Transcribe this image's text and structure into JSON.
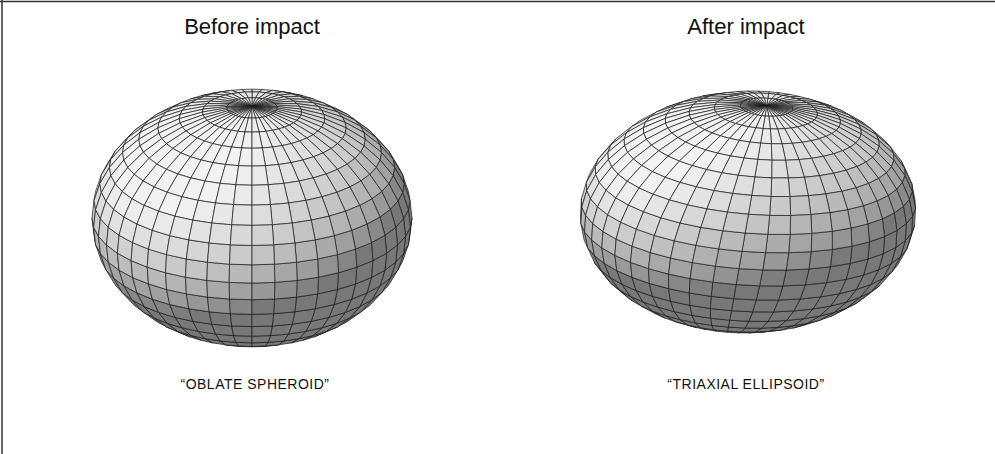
{
  "diagram": {
    "labels": [
      "Before impact",
      "After impact",
      "“OBLATE SPHEROID”",
      "“TRIAXIAL ELLIPSOID”"
    ]
  }
}
